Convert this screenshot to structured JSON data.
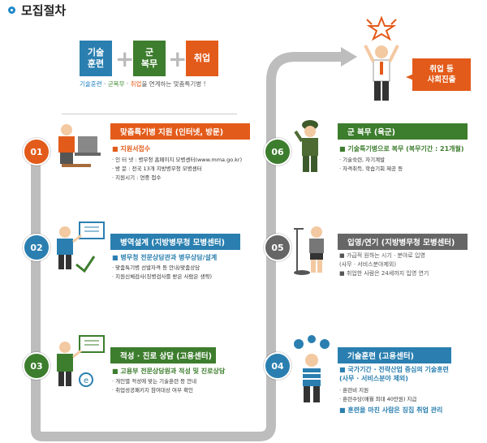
{
  "title": "모집절차",
  "top": {
    "boxes": [
      {
        "label": "기술\n훈련",
        "color": "#2a7fb0"
      },
      {
        "label": "군\n복무",
        "color": "#3d7d2e"
      },
      {
        "label": "취업",
        "color": "#e35b1a"
      }
    ],
    "tagline_a": "기술훈련",
    "tagline_sep1": " · ",
    "tagline_b": "군복무",
    "tagline_sep2": " · ",
    "tagline_c": "취업",
    "tagline_rest": "을 연계하는 맞춤특기병 !"
  },
  "goal": {
    "label": "취업 등\n사회진출"
  },
  "steps": [
    {
      "num": "01",
      "color": "#e35b1a",
      "header": "맞춤특기병 지원 (인터넷, 방문)",
      "sub": "■ 지원서접수",
      "lines": [
        "· 인 터 넷 : 병무청 홈페이지 모병센터(www.mma.go.kr)",
        "· 방      문 : 전국 13개 지방병무청 모병센터",
        "· 지원시기 : 연중 접수"
      ]
    },
    {
      "num": "02",
      "color": "#2a7fb0",
      "header": "병역설계 (지방병무청 모병센터)",
      "sub": "■ 병무청 전문상담관과 병무상담/설계",
      "lines": [
        "· 맞춤특기병 선발자격 등 안내/맞춤상담",
        "· 지원신체검사(징병검사를 받은 사람은 생략)"
      ]
    },
    {
      "num": "03",
      "color": "#3d7d2e",
      "header": "적성 · 진로 상담 (고용센터)",
      "sub": "■ 고용부 전문상담원과 적성 및 진로상담",
      "lines": [
        "· 개인별 적성에 맞는 기술훈련 등 안내",
        "· 취업성공패키지 참여대상 여부 확인"
      ]
    },
    {
      "num": "04",
      "color": "#2a7fb0",
      "header": "기술훈련 (고용센터)",
      "sub": "■ 국가기간 · 전략산업 중심의 기술훈련\n   (사무 · 서비스분야 제외)",
      "lines": [
        "· 훈련비 지원",
        "· 훈련수당(매월 최대 40만원) 지급"
      ],
      "sub2": "■ 훈련을 마친 사람은 징집 취업 관리"
    },
    {
      "num": "05",
      "color": "#666666",
      "header": "입영/연기 (지방병무청 모병센터)",
      "lines": [
        "■ 가급적 원하는 시기 · 분야로 입영",
        "   (사무 · 서비스분야제외)",
        "■ 취업한 사람은 24세까지 입영 연기"
      ]
    },
    {
      "num": "06",
      "color": "#3d7d2e",
      "header": "군 복무 (육군)",
      "sub": "■ 기술특기병으로 복무 (복무기간 : 21개월)",
      "lines": [
        "· 기술숙련, 자기계발",
        "· 자격취득, 학습기회 제공 등"
      ]
    }
  ]
}
